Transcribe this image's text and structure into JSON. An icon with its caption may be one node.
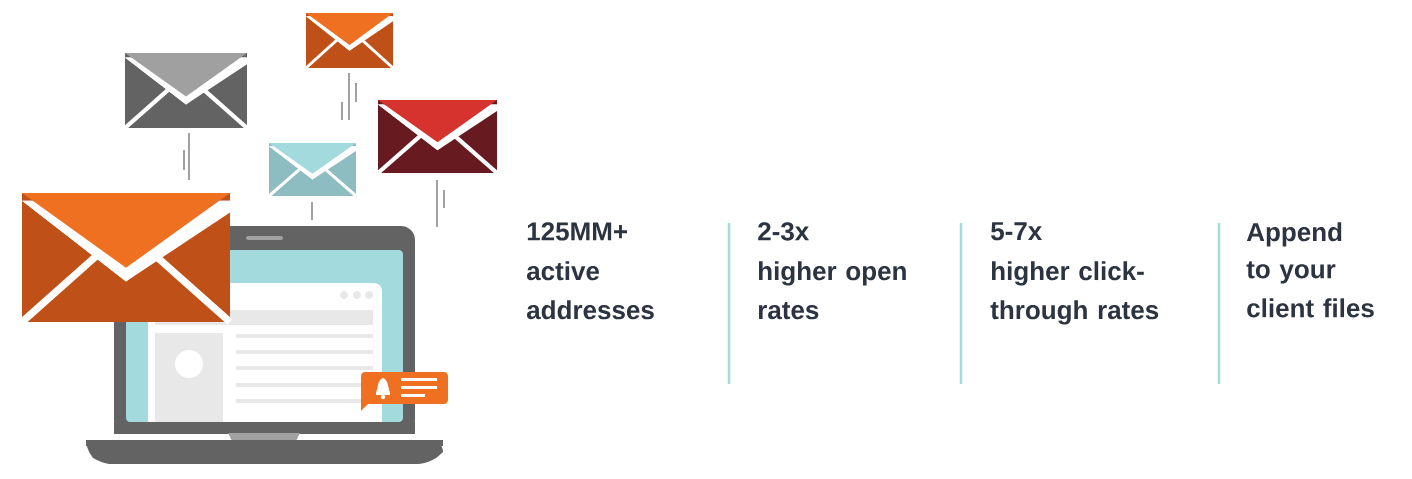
{
  "diagram": {
    "labels": [
      "125MM+",
      "active addresses",
      "2-3x",
      "higher open rates",
      "5-7x",
      "higher click-through rates",
      "Append",
      "to your client files"
    ]
  }
}
